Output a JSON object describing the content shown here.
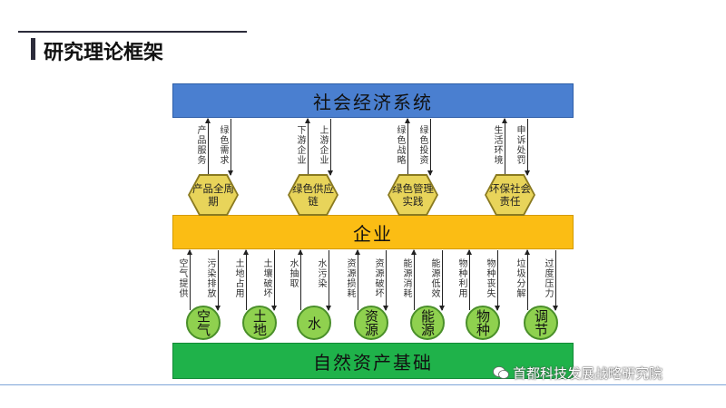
{
  "title": "研究理论框架",
  "bands": {
    "top": "社会经济系统",
    "middle": "企业",
    "bottom": "自然资产基础"
  },
  "hexagons": [
    {
      "label": "产品全周期",
      "up": "产品服务",
      "down": "绿色需求"
    },
    {
      "label": "绿色供应链",
      "up": "下游企业",
      "down": "上游企业"
    },
    {
      "label": "绿色管理实践",
      "up": "绿色战略",
      "down": "绿色投资"
    },
    {
      "label": "环保社会责任",
      "up": "生活环境",
      "down": "申诉处罚"
    }
  ],
  "circles": [
    {
      "label": "空气",
      "up": "空气提供",
      "down": "污染排放"
    },
    {
      "label": "土地",
      "up": "土地占用",
      "down": "土壤破坏"
    },
    {
      "label": "水",
      "up": "水抽取",
      "down": "水污染"
    },
    {
      "label": "资源",
      "up": "资源损耗",
      "down": "资源破坏"
    },
    {
      "label": "能源",
      "up": "能源消耗",
      "down": "能源低效"
    },
    {
      "label": "物种",
      "up": "物种利用",
      "down": "物种丧失"
    },
    {
      "label": "调节",
      "up": "垃圾分解",
      "down": "过度压力"
    }
  ],
  "watermark": "首都科技发展战略研究院",
  "colors": {
    "top": "#4a7fd0",
    "middle": "#fbbd14",
    "bottom": "#1fb24a",
    "hex": "#e8d45a",
    "circle": "#8fd14f"
  }
}
